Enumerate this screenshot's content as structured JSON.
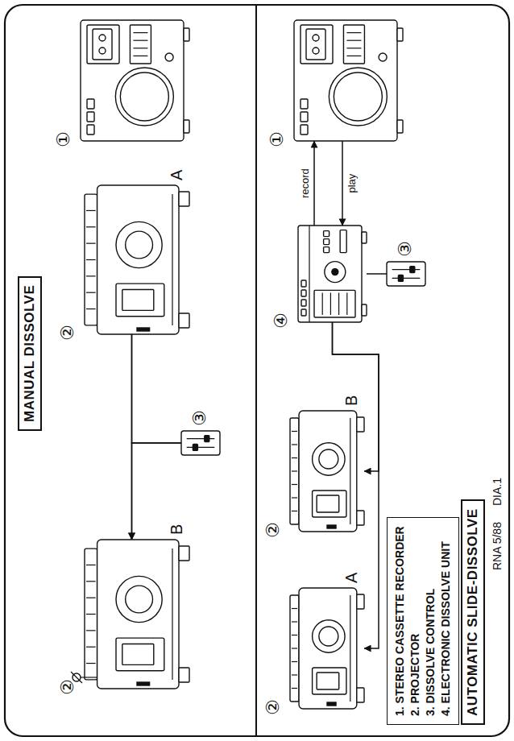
{
  "diagram": {
    "nodes": [
      {
        "text": [
          "MANUAL DISSOLVE"
        ]
      },
      {
        "text": [
          "①"
        ]
      },
      {
        "text": [
          "②",
          "A"
        ]
      },
      {
        "text": [
          "③"
        ]
      },
      {
        "text": [
          "②",
          "B"
        ]
      },
      {
        "text": [
          "①"
        ]
      },
      {
        "text": [
          "④"
        ]
      },
      {
        "text": [
          "③"
        ]
      },
      {
        "text": [
          "②",
          "A"
        ]
      },
      {
        "text": [
          "②",
          "B"
        ]
      },
      {
        "text": [
          "1. STEREO CASSETTE RECORDER",
          "2. PROJECTOR",
          "3. DISSOLVE CONTROL",
          "4. ELECTRONIC DISSOLVE UNIT"
        ]
      },
      {
        "text": [
          "AUTOMATIC SLIDE-DISSOLVE"
        ]
      }
    ],
    "edges": [
      {
        "from": 2,
        "to": 4,
        "arrow": "to"
      },
      {
        "from": 3,
        "to": 4,
        "arrow": "to"
      },
      {
        "from": 3,
        "to": 2,
        "arrow": "none"
      },
      {
        "from": 6,
        "to": 5,
        "label": "record",
        "arrow": "to"
      },
      {
        "from": 5,
        "to": 6,
        "label": "play",
        "arrow": "to"
      },
      {
        "from": 7,
        "to": 6,
        "arrow": "none"
      },
      {
        "from": 6,
        "to": 8,
        "arrow": "to"
      },
      {
        "from": 6,
        "to": 9,
        "arrow": "to"
      }
    ],
    "labels": [
      "DIA.1",
      "RNA 5/88"
    ]
  }
}
